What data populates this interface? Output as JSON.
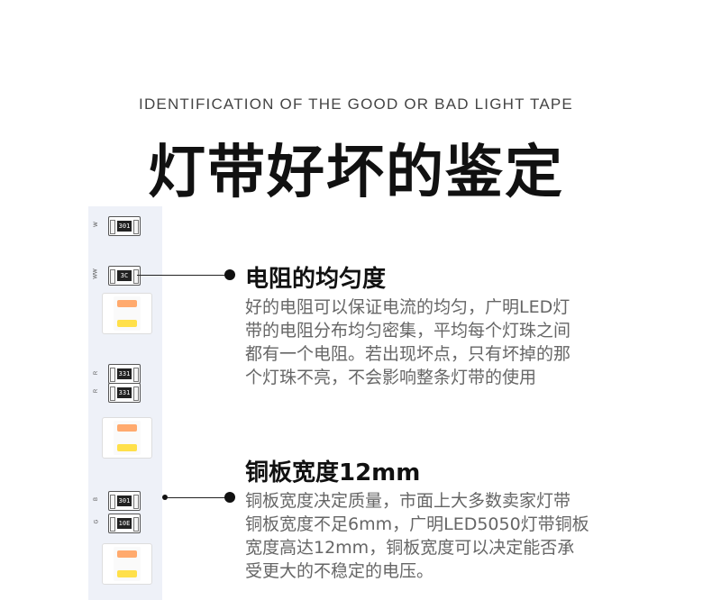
{
  "header": {
    "subtitle": "IDENTIFICATION OF THE GOOD OR BAD LIGHT TAPE",
    "title": "灯带好坏的鉴定"
  },
  "strip": {
    "pad_labels": [
      "W",
      "WW",
      "R",
      "R",
      "B",
      "G"
    ],
    "resistor_codes": [
      "301",
      "3C",
      "331",
      "331",
      "301",
      "10E"
    ],
    "led_colors": {
      "top": "#ffaa6e",
      "bottom": "#ffe04a"
    }
  },
  "sections": [
    {
      "heading": "电阻的均匀度",
      "lines": [
        "好的电阻可以保证电流的均匀，广明LED灯",
        "带的电阻分布均匀密集，平均每个灯珠之间",
        "都有一个电阻。若出现坏点，只有坏掉的那",
        "个灯珠不亮，不会影响整条灯带的使用"
      ]
    },
    {
      "heading": "铜板宽度12mm",
      "lines": [
        "铜板宽度决定质量，市面上大多数卖家灯带",
        "铜板宽度不足6mm，广明LED5050灯带铜板",
        "宽度高达12mm，铜板宽度可以决定能否承",
        "受更大的不稳定的电压。"
      ]
    }
  ]
}
